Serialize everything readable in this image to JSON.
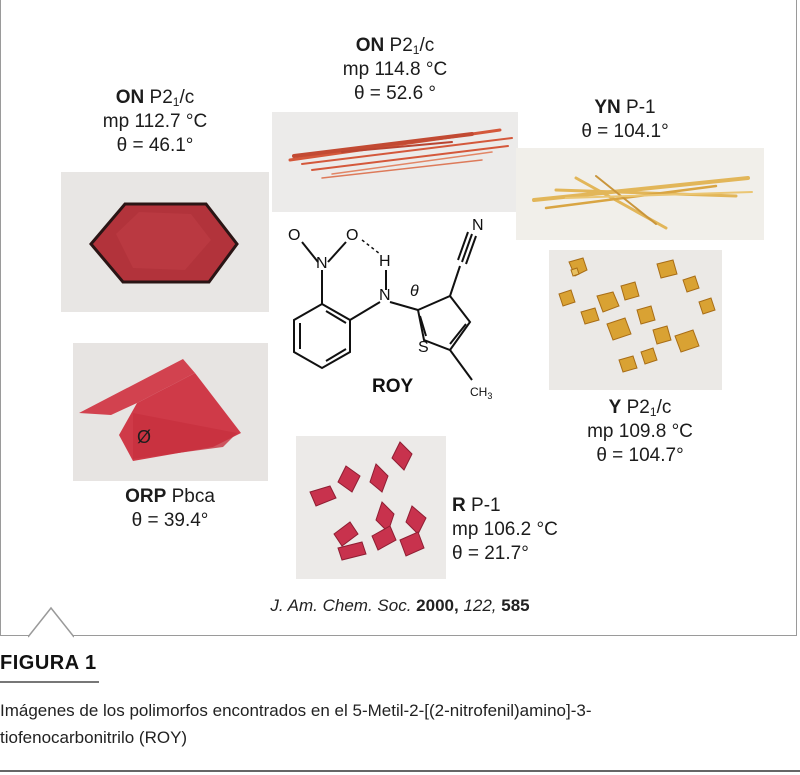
{
  "polymorphs": [
    {
      "id": "on1",
      "name": "ON",
      "space": "P2",
      "sub": "1",
      "tail": "/c",
      "mp": "mp 112.7 °C",
      "theta": "θ = 46.1°"
    },
    {
      "id": "on2",
      "name": "ON",
      "space": "P2",
      "sub": "1",
      "tail": "/c",
      "mp": "mp 114.8 °C",
      "theta": "θ = 52.6 °"
    },
    {
      "id": "yn",
      "name": "YN",
      "space": "P-1",
      "theta": "θ = 104.1°"
    },
    {
      "id": "y",
      "name": "Y",
      "space": "P2",
      "sub": "1",
      "tail": "/c",
      "mp": "mp 109.8 °C",
      "theta": "θ = 104.7°"
    },
    {
      "id": "r",
      "name": "R",
      "space": "P-1",
      "mp": "mp 106.2 °C",
      "theta": "θ = 21.7°"
    },
    {
      "id": "orp",
      "name": "ORP",
      "space": "Pbca",
      "theta": "θ = 39.4°"
    }
  ],
  "molecule": {
    "name": "ROY",
    "theta_symbol": "θ",
    "n_label": "N",
    "h_label": "H",
    "nitro_n": "N",
    "s_label": "S",
    "cn_n": "N",
    "ch3": "CH",
    "ch3_sub": "3",
    "o1": "O",
    "o2": "O"
  },
  "orp_mark": "Ø",
  "citation": {
    "journal": "J. Am. Chem. Soc.",
    "year": "2000,",
    "volume": "122,",
    "page": "585"
  },
  "figure": {
    "title": "FIGURA 1",
    "caption_line1": "Imágenes de los polimorfos encontrados en el 5-Metil-2-[(2-nitrofenil)amino]-3-",
    "caption_line2": "tiofenocarbonitrilo (ROY)"
  },
  "colors": {
    "frame": "#9a9a9a",
    "red_crystal": "#b7343a",
    "orange_needle": "#d9603f",
    "yellow": "#e0b24a"
  }
}
